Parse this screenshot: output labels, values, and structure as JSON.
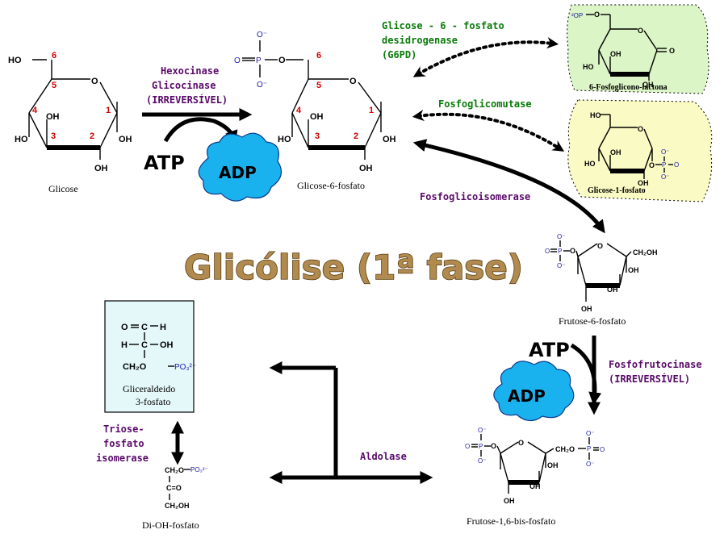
{
  "title": {
    "text": "Glicólise (1ª fase)"
  },
  "molecules": {
    "glicose": {
      "label": "Glicose",
      "carbon_numbers": [
        "6",
        "5",
        "4",
        "3",
        "2",
        "1"
      ]
    },
    "glicose6p": {
      "label": "Glicose-6-fosfato",
      "carbon_numbers": [
        "6",
        "5",
        "4",
        "3",
        "2",
        "1"
      ]
    },
    "fosfoglicono": {
      "label": "6-Fosfoglicono-lactona"
    },
    "glicose1p": {
      "label": "Glicose-1-fosfato"
    },
    "frutose6p": {
      "label": "Frutose-6-fosfato"
    },
    "frutose16bp": {
      "label": "Frutose-1,6-bis-fosfato"
    },
    "gliceraldeido": {
      "label_line1": "Gliceraldeido",
      "label_line2": "3-fosfato"
    },
    "dihidroxiacetona": {
      "label": "Di-OH-fosfato"
    }
  },
  "enzymes": {
    "hexocinase": {
      "line1": "Hexocinase",
      "line2": "Glicocinase",
      "line3": "(IRREVERSÍVEL)",
      "color": "#5a0a6a"
    },
    "g6pd": {
      "line1": "Glicose - 6 - fosfato",
      "line2": "desidrogenase",
      "line3": "(G6PD)",
      "color": "#0a7a0a"
    },
    "fosfoglicomutase": {
      "line1": "Fosfoglicomutase",
      "color": "#0a7a0a"
    },
    "fosfoglicoisomerase": {
      "line1": "Fosfoglicoisomerase",
      "color": "#5a0a6a"
    },
    "fosfofrutocinase": {
      "line1": "Fosfofrutocinase",
      "line2": "(IRREVERSÍVEL)",
      "color": "#5a0a6a"
    },
    "aldolase": {
      "line1": "Aldolase",
      "color": "#5a0a6a"
    },
    "triose": {
      "line1": "Triose-",
      "line2": "fosfato",
      "line3": "isomerase",
      "color": "#5a0a6a"
    }
  },
  "cofactors": {
    "atp1": "ATP",
    "adp1": "ADP",
    "atp2": "ATP",
    "adp2": "ADP"
  },
  "atoms": {
    "HO": "HO",
    "OH": "OH",
    "O": "O",
    "P": "P",
    "CH2OH": "CH₂OH",
    "CH2O": "CH₂O",
    "O_minus": "O⁻",
    "OP_minus": "²OP",
    "H": "H",
    "C": "C",
    "C_eq_O": "C=O",
    "PO3_2": "PO₃²⁻",
    "CH2O_P": "CH₂O",
    "CH2OH_small": "CH₂OH"
  },
  "colors": {
    "g6pd_bg": "#dcf5c6",
    "glicose1p_bg": "#fafac4",
    "gliceraldeido_bg": "#e4f7f9",
    "cloud": "#1ab2ee",
    "title_fill": "#b08a4e"
  }
}
